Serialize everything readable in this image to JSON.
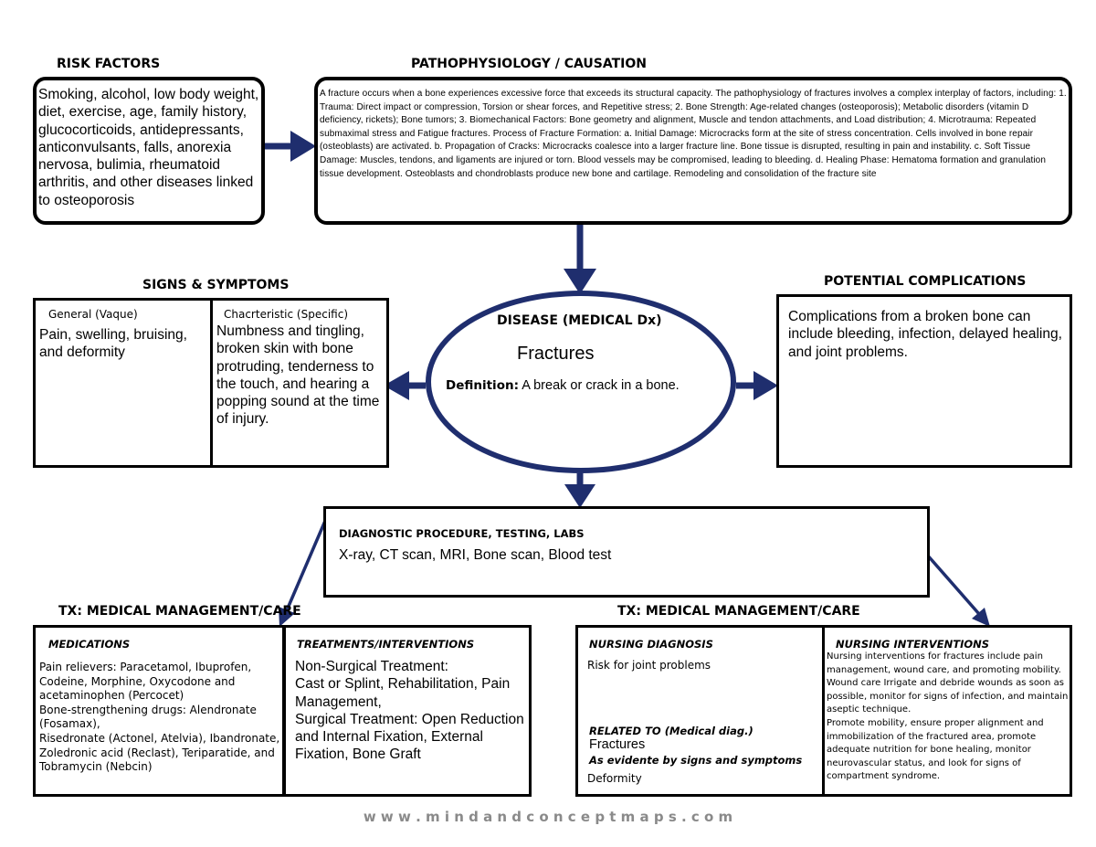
{
  "risk_factors": {
    "heading": "RISK FACTORS",
    "text": "Smoking, alcohol, low body weight, diet, exercise, age, family history, glucocorticoids, antidepressants, anticonvulsants, falls, anorexia nervosa, bulimia, rheumatoid arthritis, and other diseases linked to osteoporosis"
  },
  "pathophysiology": {
    "heading": "PATHOPHYSIOLOGY   / CAUSATION",
    "text": "A fracture occurs when a bone experiences excessive force that exceeds its structural capacity. The pathophysiology of fractures involves a complex interplay of factors, including: 1. Trauma: Direct impact or compression, Torsion or shear forces, and Repetitive stress; 2. Bone Strength: Age-related changes (osteoporosis); Metabolic disorders (vitamin D deficiency, rickets); Bone tumors; 3. Biomechanical Factors: Bone geometry and alignment, Muscle and tendon attachments, and Load distribution; 4. Microtrauma: Repeated submaximal stress and Fatigue fractures. Process of Fracture Formation: a. Initial Damage: Microcracks form at the site of stress concentration. Cells involved in bone repair (osteoblasts) are activated. b. Propagation of Cracks: Microcracks coalesce into a larger fracture line. Bone tissue is disrupted, resulting in pain and instability. c. Soft Tissue Damage: Muscles, tendons, and ligaments are injured or torn. Blood vessels may be compromised, leading to bleeding. d. Healing Phase: Hematoma formation and granulation tissue development. Osteoblasts and chondroblasts produce new bone and cartilage. Remodeling and consolidation of the fracture site"
  },
  "signs_symptoms": {
    "heading": "SIGNS & SYMPTOMS",
    "general_label": "General (Vaque)",
    "general_text": "Pain, swelling, bruising, and deformity",
    "specific_label": "Chacrteristic (Specific)",
    "specific_text": "Numbness and tingling, broken skin with bone protruding, tenderness to the touch, and hearing a popping sound at the time of injury."
  },
  "disease": {
    "heading": "DISEASE (MEDICAL Dx)",
    "name": "Fractures",
    "definition_label": "Definition:",
    "definition_text": " A break or crack in a bone."
  },
  "complications": {
    "heading": "POTENTIAL COMPLICATIONS",
    "text": "Complications from a broken bone can include bleeding, infection, delayed healing, and joint problems."
  },
  "diagnostics": {
    "heading": "DIAGNOSTIC PROCEDURE, TESTING, LABS",
    "text": "X-ray, CT scan, MRI, Bone scan, Blood test"
  },
  "tx_medical": {
    "heading": "TX: MEDICAL MANAGEMENT/CARE",
    "medications_label": "MEDICATIONS",
    "medications_text": "Pain relievers: Paracetamol, Ibuprofen, Codeine, Morphine, Oxycodone and acetaminophen (Percocet)\nBone-strengthening drugs: Alendronate (Fosamax),\nRisedronate (Actonel, Atelvia), Ibandronate, Zoledronic acid (Reclast), Teriparatide, and Tobramycin (Nebcin)",
    "treatments_label": "TREATMENTS/INTERVENTIONS",
    "treatments_text": "Non-Surgical Treatment:\nCast or Splint, Rehabilitation, Pain Management,\nSurgical Treatment:  Open Reduction and Internal Fixation, External Fixation, Bone Graft"
  },
  "tx_nursing": {
    "heading": "TX: MEDICAL MANAGEMENT/CARE",
    "diagnosis_label": "NURSING DIAGNOSIS",
    "diagnosis_text": "Risk for joint problems",
    "related_label": "RELATED TO (Medical diag.)",
    "related_text": "Fractures",
    "evidence_label": "As evidente by signs and symptoms",
    "evidence_text": "Deformity",
    "interventions_label": "NURSING INTERVENTIONS",
    "interventions_text": "Nursing interventions for fractures include pain management, wound care, and promoting mobility. Wound care Irrigate and debride wounds as soon as possible, monitor for signs of infection, and maintain aseptic technique.\nPromote mobility, ensure proper alignment and immobilization of the fractured area, promote adequate nutrition for bone healing, monitor neurovascular status, and look for signs of compartment syndrome."
  },
  "footer": {
    "watermark": "w w w . m i n d a n d c o n c e p t m a p s . c o m"
  },
  "colors": {
    "arrow": "#1f2e6e",
    "border": "#000000",
    "watermark": "#8a8a8a"
  }
}
